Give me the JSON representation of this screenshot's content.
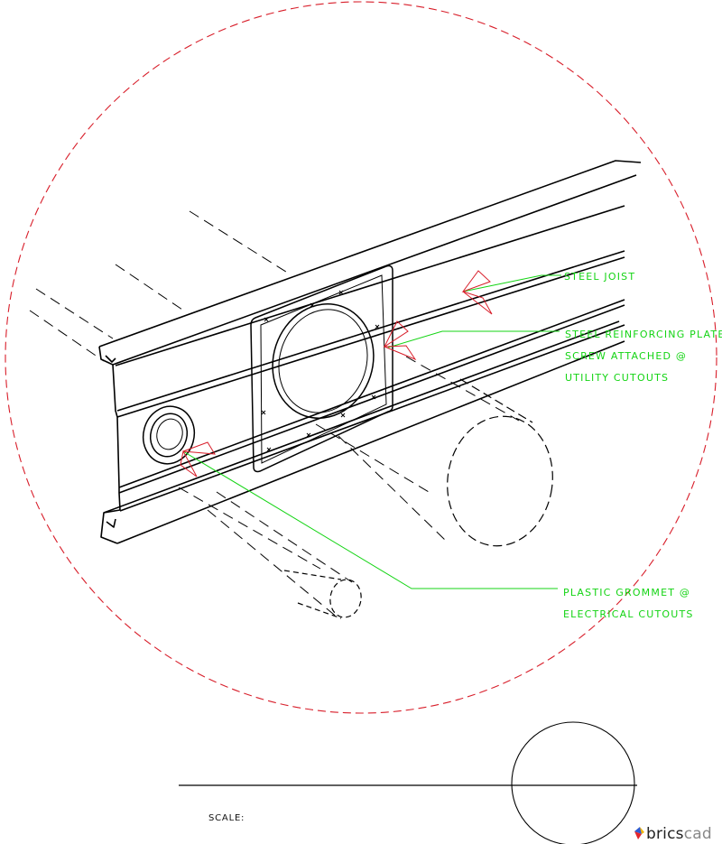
{
  "callouts": {
    "steel_joist": "STEEL JOIST",
    "plate_line1": "STEEL REINFORCING PLATE,",
    "plate_line2": "SCREW ATTACHED @",
    "plate_line3": "UTILITY CUTOUTS",
    "grommet_line1": "PLASTIC GROMMET @",
    "grommet_line2": "ELECTRICAL CUTOUTS"
  },
  "title_block": {
    "scale_label": "SCALE:"
  },
  "brand": {
    "name_bold": "brics",
    "name_light": "cad"
  },
  "colors": {
    "detail_circle": "#d81e2a",
    "leader": "#14d414",
    "arrowhead": "#d81e2a",
    "linework": "#000000"
  }
}
